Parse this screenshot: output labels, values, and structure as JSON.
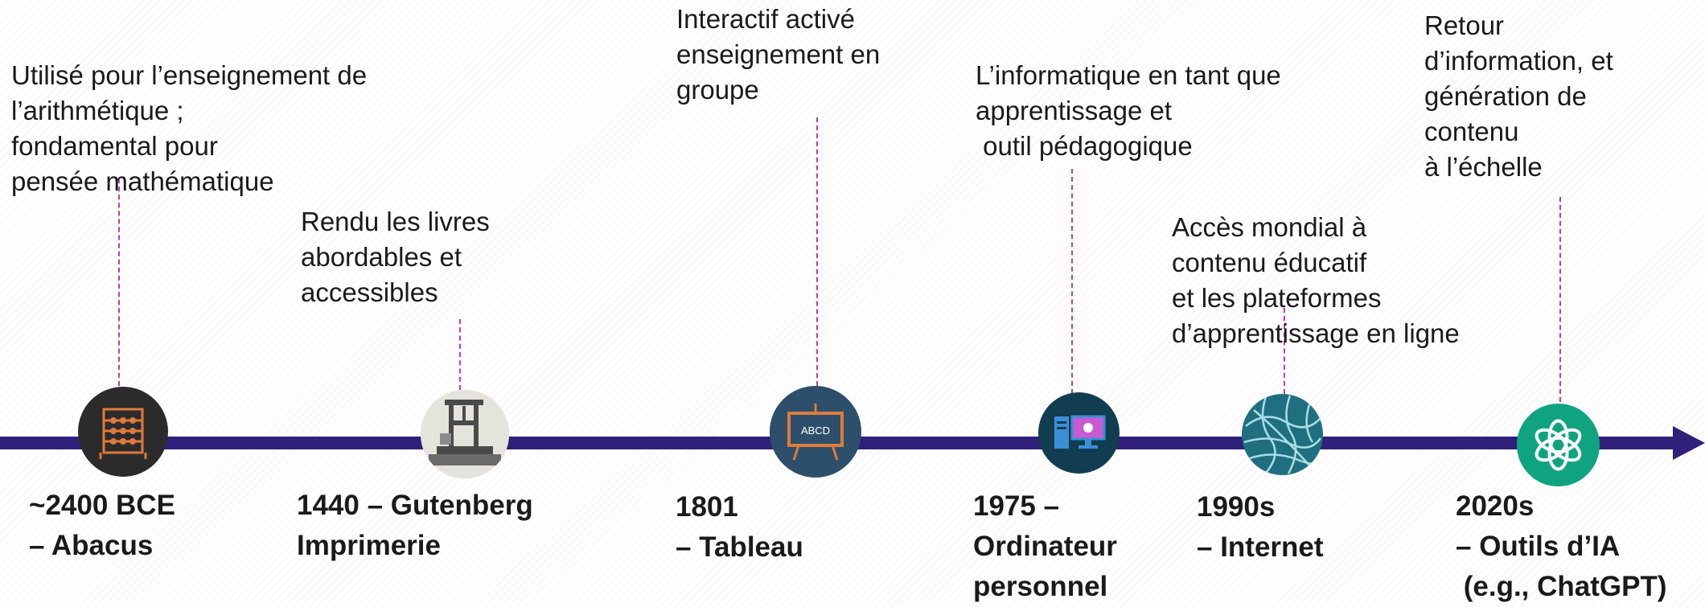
{
  "timeline": {
    "events": [
      {
        "description": "Utilisé pour l’enseignement de\nl’arithmétique ;\nfondamental pour\npensée mathématique",
        "label": "~2400 BCE\n– Abacus",
        "icon": "abacus-icon",
        "color": "#2b2b2b"
      },
      {
        "description": "Rendu les livres\nabordables et\naccessibles",
        "label": "1440 – Gutenberg\nImprimerie",
        "icon": "printing-press-icon",
        "color": "#d9d9d2"
      },
      {
        "description": "Interactif activé\nenseignement en\ngroupe",
        "label": "1801\n– Tableau",
        "icon": "chalkboard-icon",
        "color": "#2d4f6b",
        "icon_text": "ABCD"
      },
      {
        "description": "L’informatique en tant que\napprentissage et\n outil pédagogique",
        "label": "1975 –\nOrdinateur\npersonnel",
        "icon": "computer-icon",
        "color": "#123c50"
      },
      {
        "description": "Accès mondial à\ncontenu éducatif\net les plateformes\nd’apprentissage en ligne",
        "label": "1990s\n– Internet",
        "icon": "network-globe-icon",
        "color": "#1f6f80"
      },
      {
        "description": "Retour\nd’information, et\ngénération de\ncontenu\nà l’échelle",
        "label": "2020s\n– Outils d’IA\n (e.g., ChatGPT)",
        "icon": "openai-logo-icon",
        "color": "#10a37f"
      }
    ],
    "axis_color": "#30207a",
    "connector_color": "#b23fb2"
  }
}
